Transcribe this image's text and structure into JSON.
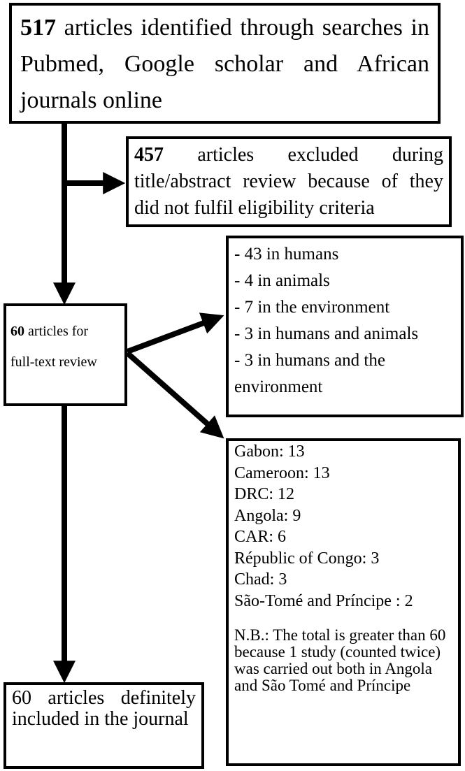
{
  "boxes": {
    "identified": {
      "count": "517",
      "text": " articles identified through searches in Pubmed, Google scholar and African journals online"
    },
    "excluded": {
      "count": "457",
      "text": " articles excluded during title/abstract review because of they did not fulfil eligibility criteria"
    },
    "full_text": {
      "count": "60",
      "line1": " articles for",
      "line2": "full-text review"
    },
    "categories": [
      "- 43 in humans",
      "- 4 in animals",
      "- 7 in the environment",
      "- 3 in humans and animals",
      "- 3 in humans and the",
      "environment"
    ],
    "countries": [
      "Gabon: 13",
      "Cameroon: 13",
      "DRC: 12",
      "Angola: 9",
      "CAR: 6",
      "Républic of Congo: 3",
      "Chad: 3",
      "São-Tomé and Príncipe : 2"
    ],
    "note": "N.B.: The total is greater than 60 because 1 study (counted twice) was carried out both in Angola and São Tomé and Príncipe",
    "included": "60 articles definitely included in the journal"
  }
}
